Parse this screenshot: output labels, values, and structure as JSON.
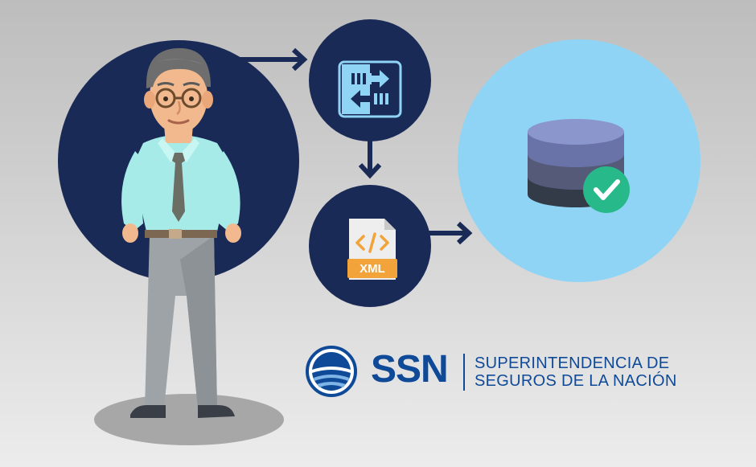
{
  "diagram": {
    "nodes": [
      {
        "id": "user",
        "icon": "businessman-icon"
      },
      {
        "id": "transfer",
        "icon": "data-transfer-icon"
      },
      {
        "id": "xml",
        "icon": "xml-file-icon",
        "label": "XML"
      },
      {
        "id": "database",
        "icon": "database-check-icon"
      }
    ],
    "edges": [
      {
        "from": "user",
        "to": "transfer"
      },
      {
        "from": "transfer",
        "to": "xml"
      },
      {
        "from": "xml",
        "to": "database"
      }
    ]
  },
  "logo": {
    "wordmark": "SSN",
    "line1": "SUPERINTENDENCIA DE",
    "line2": "SEGUROS DE LA NACIÓN"
  },
  "colors": {
    "navy": "#1a2a56",
    "light_blue": "#8fd4f5",
    "brand_blue": "#0f4a98",
    "check_green": "#27b98a",
    "xml_orange": "#f2a33a"
  }
}
